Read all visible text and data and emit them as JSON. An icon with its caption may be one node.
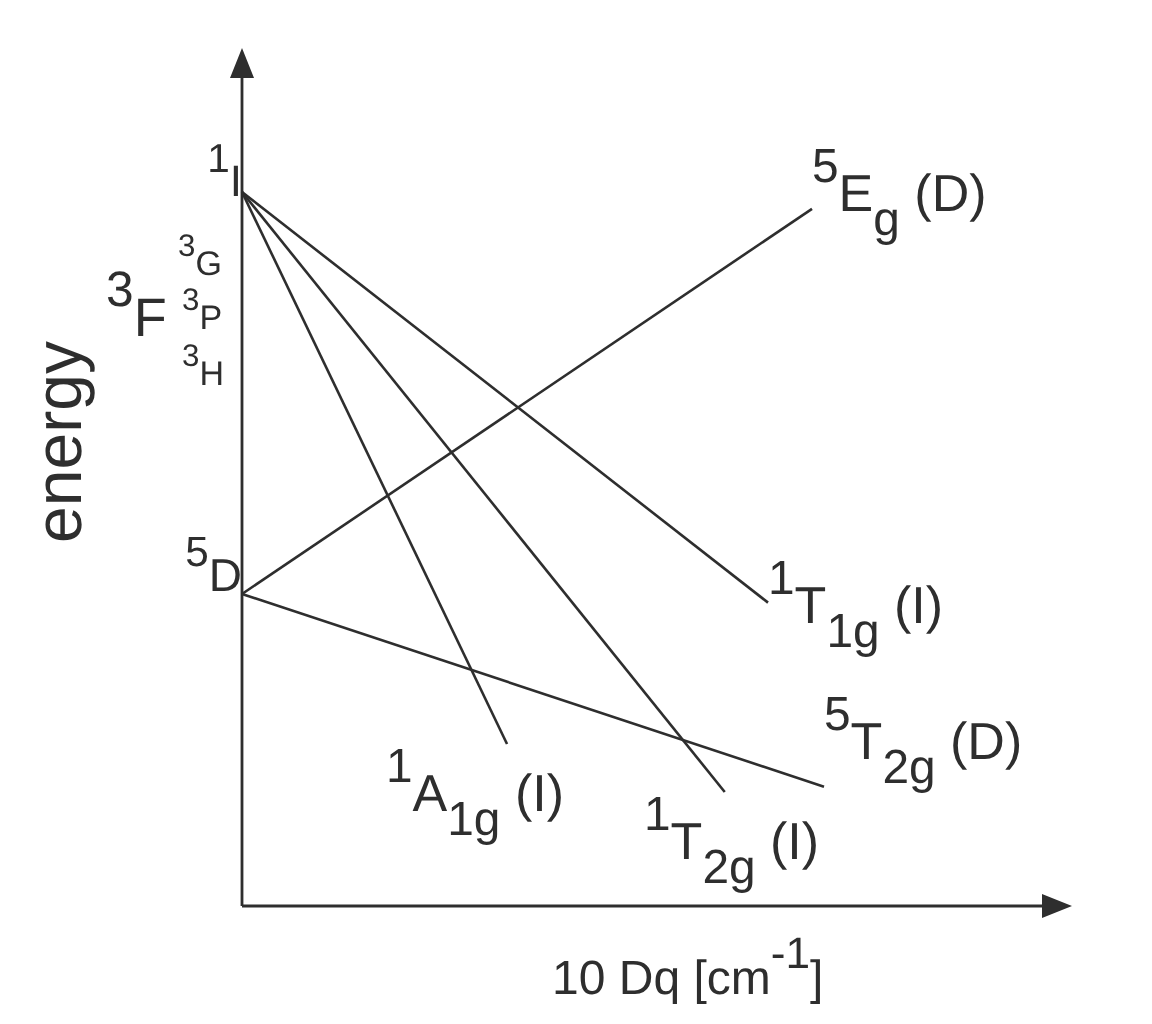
{
  "diagram": {
    "nodes": [
      {
        "text": [
          "$^{1}$I"
        ]
      },
      {
        "text": [
          "$^{5}$E$_{g}$ (D)"
        ]
      },
      {
        "text": [
          "$^{5}$D"
        ]
      },
      {
        "text": [
          "$^{1}$T$_{1g}$ (I)"
        ]
      },
      {
        "text": [
          "$^{5}$T$_{2g}$ (D)"
        ]
      },
      {
        "text": [
          "$^{1}$A$_{1g}$ (I)"
        ]
      },
      {
        "text": [
          "$^{1}$T$_{2g}$ (I)"
        ]
      }
    ],
    "edges": [
      {
        "from": 0,
        "to": 3,
        "arrow": "none"
      },
      {
        "from": 0,
        "to": 5,
        "arrow": "none"
      },
      {
        "from": 0,
        "to": 6,
        "arrow": "none"
      },
      {
        "from": 2,
        "to": 1,
        "arrow": "none"
      },
      {
        "from": 2,
        "to": 4,
        "arrow": "none"
      }
    ],
    "labels": [
      "$^{3}$G",
      "$^{3}$F",
      "$^{3}$P",
      "$^{3}$H",
      "energy",
      "10 Dq [cm$^{-1}$]"
    ]
  }
}
